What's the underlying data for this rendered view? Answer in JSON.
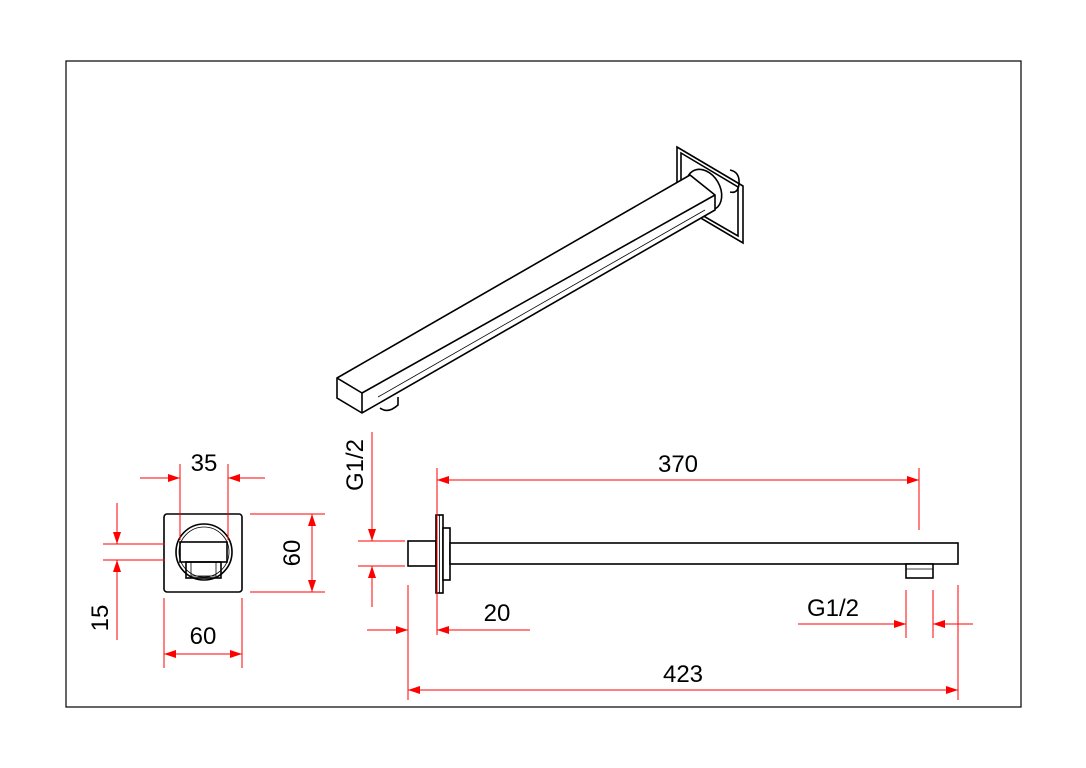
{
  "drawing": {
    "colors": {
      "dimension": "#ff0000",
      "outline": "#000000",
      "background": "#ffffff"
    },
    "front_view": {
      "width_label": "60",
      "height_label": "60",
      "inner_width_label": "35",
      "offset_label": "15"
    },
    "side_view": {
      "arm_length_label": "370",
      "total_length_label": "423",
      "plate_depth_label": "20",
      "inlet_thread_label": "G1/2",
      "outlet_thread_label": "G1/2"
    }
  }
}
